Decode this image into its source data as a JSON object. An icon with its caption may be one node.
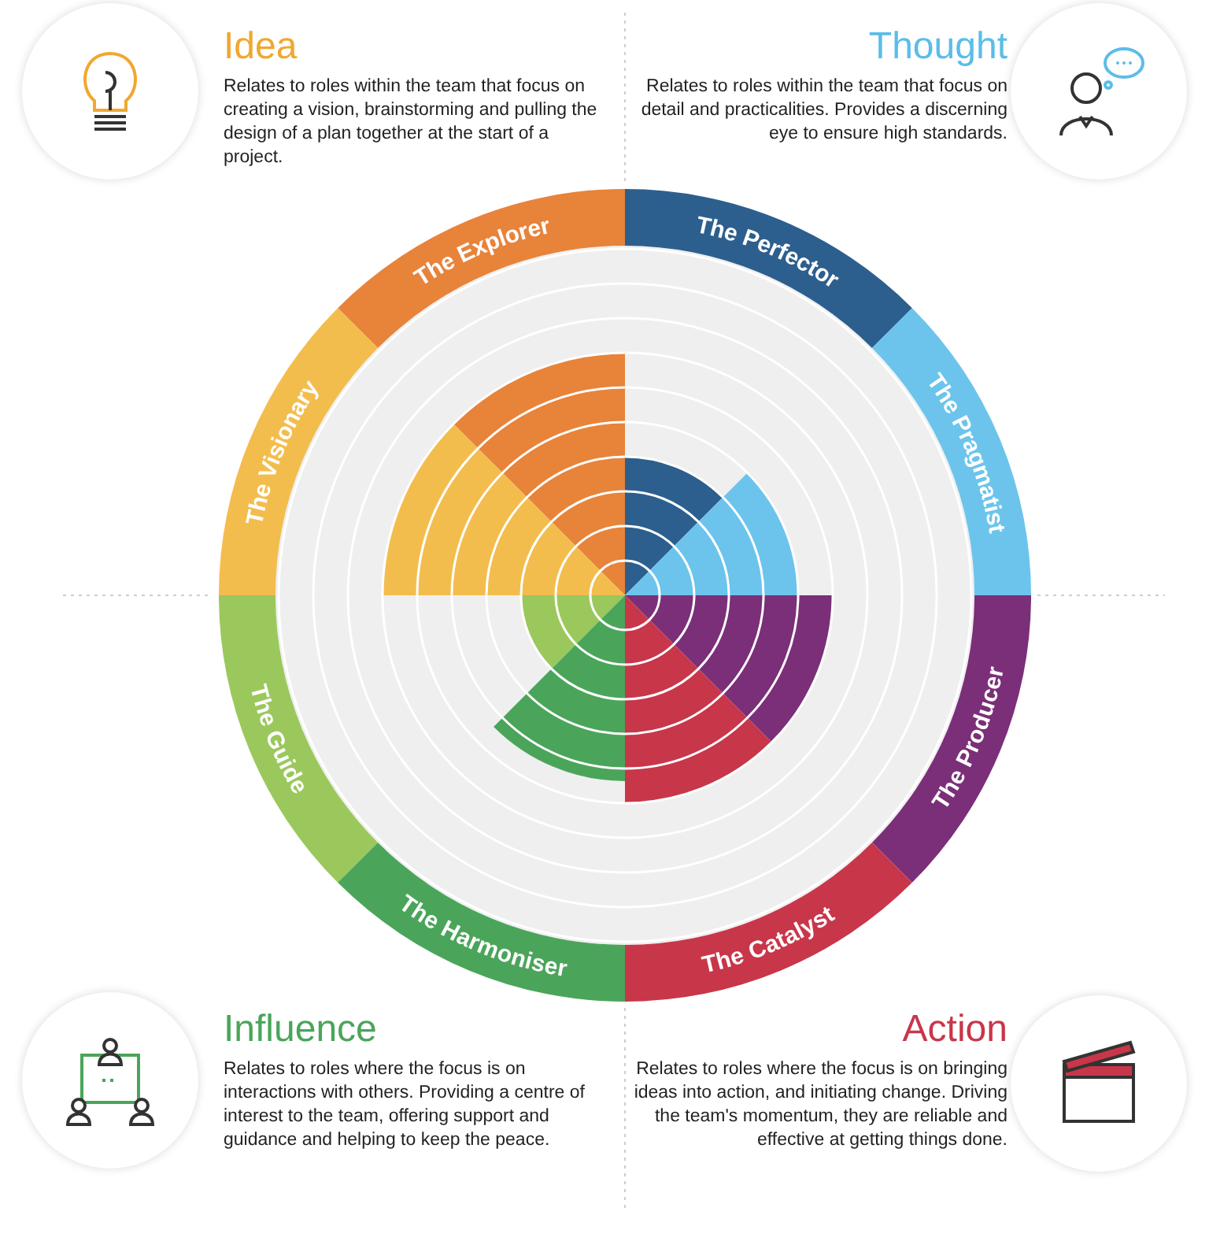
{
  "diagram": {
    "nodes": [
      {
        "text": [
          "Idea",
          "Relates to roles within the team that focus on creating a vision, brainstorming and pulling the design of a plan together at the start of a project."
        ]
      },
      {
        "text": [
          "Thought",
          "Relates to roles within the team that focus on detail and practicalities. Provides a discerning eye to ensure high standards."
        ]
      },
      {
        "text": [
          "Influence",
          "Relates to roles where the focus is on interactions with others. Providing a centre of interest to the team, offering support and guidance and helping to keep the peace."
        ]
      },
      {
        "text": [
          "Action",
          "Relates to roles where the focus is on bringing ideas into action, and initiating change. Driving the team's momentum, they are reliable and effective at getting things done."
        ]
      },
      {
        "text": [
          "The Explorer"
        ]
      },
      {
        "text": [
          "The Perfector"
        ]
      },
      {
        "text": [
          "The Visionary"
        ]
      },
      {
        "text": [
          "The Pragmatist"
        ]
      },
      {
        "text": [
          "The Guide"
        ]
      },
      {
        "text": [
          "The Producer"
        ]
      },
      {
        "text": [
          "The Harmoniser"
        ]
      },
      {
        "text": [
          "The Catalyst"
        ]
      }
    ]
  }
}
